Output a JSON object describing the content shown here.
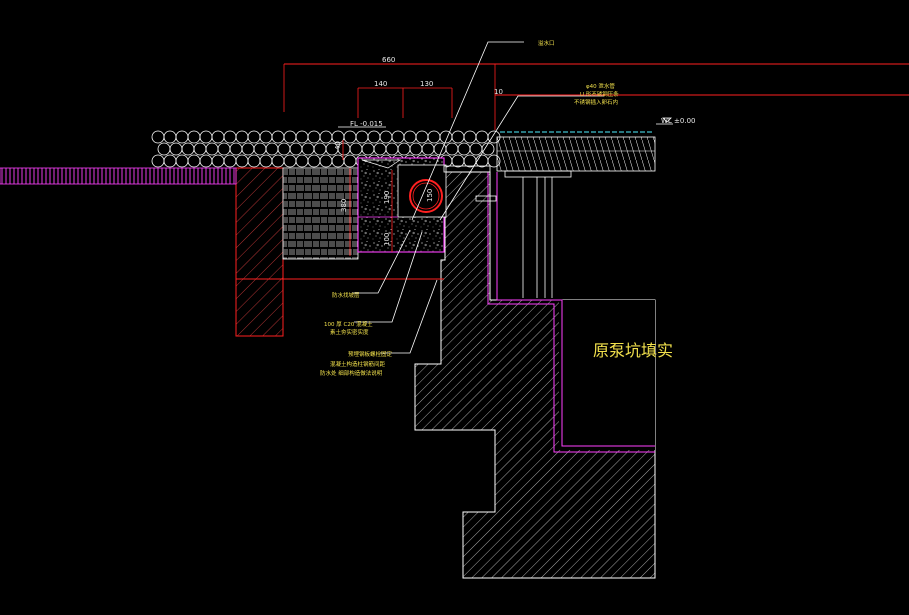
{
  "drawing": {
    "colors": {
      "background": "#000000",
      "magenta": "#ff40ff",
      "red": "#ff2020",
      "white": "#ffffff",
      "yellow": "#f2e14c",
      "cyan": "#4ff0ff",
      "dim_gray": "#c8c8c8"
    },
    "dimensions": {
      "overall": "660",
      "d140": "140",
      "d130": "130",
      "d10": "10",
      "d40": "40",
      "d190": "190",
      "d100": "100",
      "pipe_dia": "150",
      "d380": "380"
    },
    "levels": {
      "fl": "FL -0.015",
      "wl": "WL ±0.00"
    },
    "annotations": {
      "top": "溢水口",
      "right_1": "φ40 泄水管",
      "right_2": "U 形不锈钢压条",
      "right_3": "不锈钢插入卵石内",
      "left_1": "防水找坡层",
      "left_2": "100 厚 C20 混凝土",
      "left_3": "素土夯实密实度",
      "left_4": "预埋钢板螺栓固定",
      "left_5": "混凝土构造柱钢筋间距",
      "left_6": "防水处 细部构造做法说明"
    },
    "fill_label": "原泵坑填实"
  }
}
